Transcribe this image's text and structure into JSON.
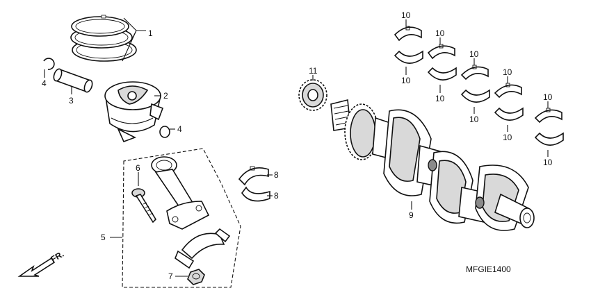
{
  "diagram": {
    "code": "MFGIE1400",
    "direction": "FR."
  },
  "callouts": {
    "piston_rings": "1",
    "piston": "2",
    "piston_pin": "3",
    "clip_top": "4",
    "clip_right": "4",
    "connecting_rod_assy": "5",
    "rod_bolt": "6",
    "rod_nut": "7",
    "rod_bearing_upper": "8",
    "rod_bearing_lower": "8",
    "crankshaft": "9",
    "main_bearing_1_top": "10",
    "main_bearing_1_bottom": "10",
    "main_bearing_2_top": "10",
    "main_bearing_2_bottom": "10",
    "main_bearing_3_top": "10",
    "main_bearing_3_bottom": "10",
    "main_bearing_4_top": "10",
    "main_bearing_4_bottom": "10",
    "main_bearing_5_top": "10",
    "main_bearing_5_bottom": "10",
    "gear": "11"
  }
}
